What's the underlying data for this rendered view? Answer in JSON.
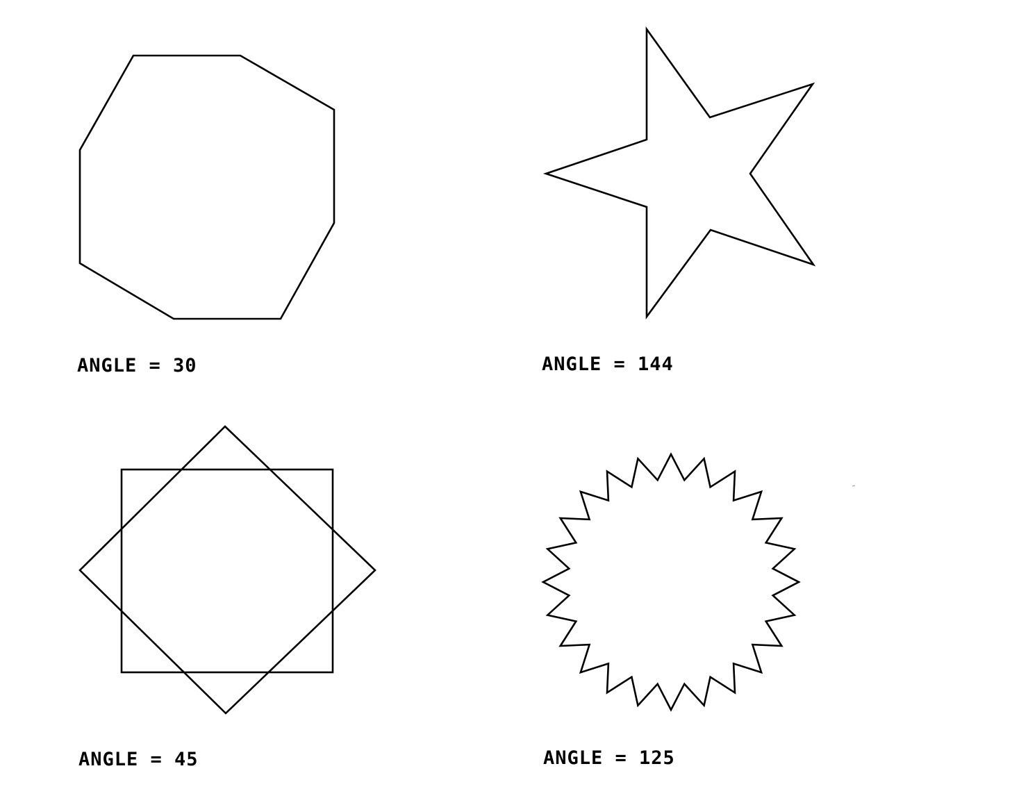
{
  "panels": [
    {
      "id": "octagon",
      "caption": "ANGLE = 30"
    },
    {
      "id": "star",
      "caption": "ANGLE = 144"
    },
    {
      "id": "double-square",
      "caption": "ANGLE = 45"
    },
    {
      "id": "starburst",
      "caption": "ANGLE = 125"
    }
  ],
  "colors": {
    "stroke": "#000000",
    "background": "#ffffff"
  }
}
